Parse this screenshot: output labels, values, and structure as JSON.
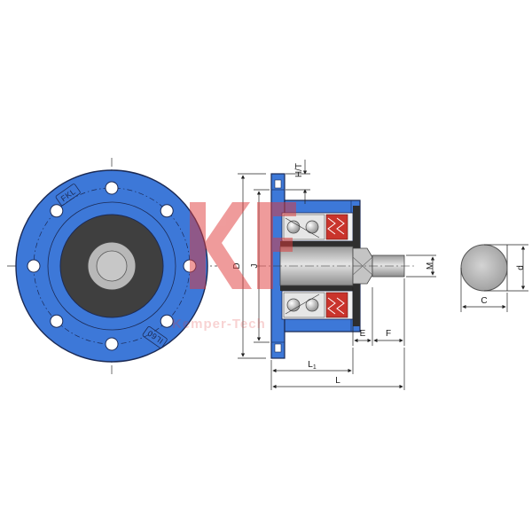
{
  "front_view": {
    "marking_top": "FKL",
    "marking_bottom": "IL60"
  },
  "dimensions": {
    "H_T": "H/T",
    "D": "D",
    "J": "J",
    "M": "M",
    "E": "E",
    "F": "F",
    "L1_main": "L",
    "L1_sub": "1",
    "L": "L",
    "C": "C",
    "d": "d"
  },
  "watermark": {
    "logo_letters": "KF",
    "text": "Kemper-Tech"
  },
  "colors": {
    "housing_blue": "#3d78d8",
    "housing_outline": "#1b2a55",
    "seal_red": "#c9342c",
    "shaft_gray": "#bdbdbd",
    "dark_core": "#3f3f3f",
    "watermark_red": "#e03a3a"
  }
}
